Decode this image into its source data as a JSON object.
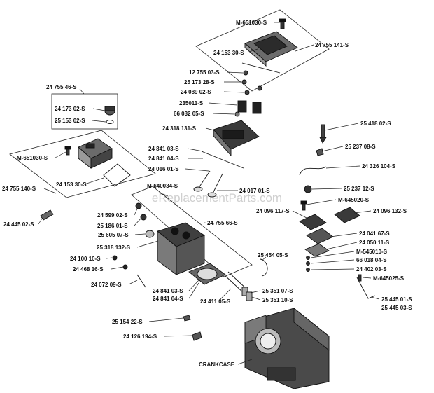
{
  "watermark": "eReplacementParts.com",
  "labels": {
    "p01": "M-651030-S",
    "p02": "24 153 30-S",
    "p03": "24 755 141-S",
    "p04": "12 755 03-S",
    "p05": "25 173 28-S",
    "p06": "24 089 02-S",
    "p07": "235011-S",
    "p08": "66 032 05-S",
    "p09": "24 318 131-S",
    "p10": "24 755 46-S",
    "p11": "24 173 02-S",
    "p12": "25 153 02-S",
    "p13": "M-651030-S",
    "p14": "24 153 30-S",
    "p15": "24 755 140-S",
    "p16": "24 445 02-S",
    "p17": "24 841 03-S",
    "p18": "24 841 04-S",
    "p19": "24 016 01-S",
    "p20": "24 017 01-S",
    "p21": "M-640034-S",
    "p22": "24 599 02-S",
    "p23": "25 186 01-S",
    "p24": "25 605 07-S",
    "p25": "24 755 66-S",
    "p26": "25 318 132-S",
    "p27": "24 100 10-S",
    "p28": "24 468 16-S",
    "p29": "24 072 09-S",
    "p30": "24 841 03-S",
    "p31": "24 841 04-S",
    "p32": "24 411 05-S",
    "p33": "25 454 05-S",
    "p34": "25 351 07-S",
    "p35": "25 351 10-S",
    "p36": "25 154 22-S",
    "p37": "24 126 194-S",
    "p38": "CRANKCASE",
    "p39": "25 418 02-S",
    "p40": "25 237 08-S",
    "p41": "24 326 104-S",
    "p42": "25 237 12-S",
    "p43": "M-645020-S",
    "p44": "24 096 117-S",
    "p45": "24 096 132-S",
    "p46": "24 041 67-S",
    "p47": "24 050 11-S",
    "p48": "M-545010-S",
    "p49": "66 018 04-S",
    "p50": "24 402 03-S",
    "p51": "M-645025-S",
    "p52": "25 445 01-S",
    "p53": "25 445 03-S"
  }
}
